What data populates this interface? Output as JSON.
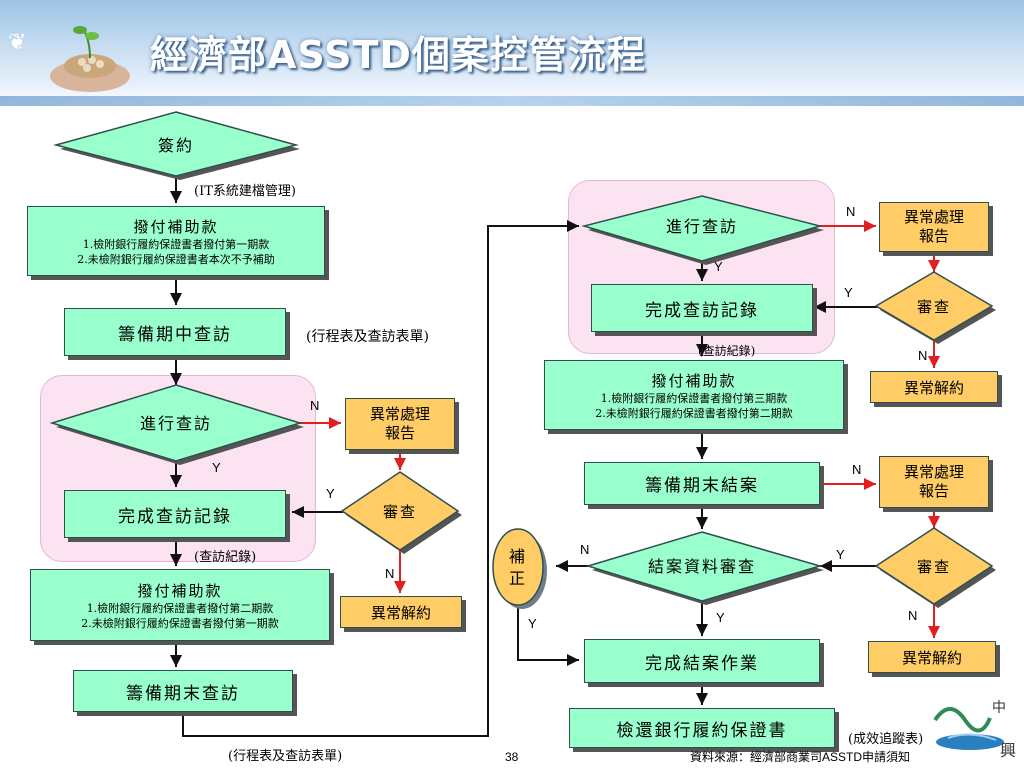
{
  "header": {
    "title": "經濟部ASSTD個案控管流程"
  },
  "left": {
    "sign": "簽約",
    "it_note": "(IT系統建檔管理)",
    "pay1": {
      "title": "撥付補助款",
      "line1": "1.檢附銀行履約保證書者撥付第一期款",
      "line2": "2.未檢附銀行履約保證書者本次不予補助"
    },
    "mid_visit": "籌備期中查訪",
    "mid_note": "(行程表及查訪表單)",
    "do_visit": "進行查訪",
    "complete_record": "完成查訪記錄",
    "record_note": "(查訪紀錄)",
    "abnormal_report": "異常處理報告",
    "review": "審查",
    "abnormal_cancel": "異常解約",
    "pay2": {
      "title": "撥付補助款",
      "line1": "1.檢附銀行履約保證書者撥付第二期款",
      "line2": "2.未檢附銀行履約保證書者撥付第一期款"
    },
    "end_visit": "籌備期末查訪",
    "end_note": "(行程表及查訪表單)"
  },
  "right": {
    "do_visit": "進行查訪",
    "complete_record": "完成查訪記錄",
    "record_note": "(查訪紀錄)",
    "abnormal_report": "異常處理報告",
    "review": "審查",
    "abnormal_cancel": "異常解約",
    "pay3": {
      "title": "撥付補助款",
      "line1": "1.檢附銀行履約保證書者撥付第三期款",
      "line2": "2.未檢附銀行履約保證書者撥付第二期款"
    },
    "closing": "籌備期末結案",
    "abnormal_report2": "異常處理報告",
    "review2": "審查",
    "abnormal_cancel2": "異常解約",
    "closing_review": "結案資料審查",
    "supplement": "補正",
    "complete_closing": "完成結案作業",
    "return_guarantee": "檢還銀行履約保證書",
    "effect_note": "(成效追蹤表)"
  },
  "labels": {
    "y": "Y",
    "n": "N"
  },
  "footer": {
    "page": "38",
    "source": "資料來源：經濟部商業司ASSTD申請須知"
  },
  "colors": {
    "process": "#99ffcc",
    "exception": "#ffcc66",
    "region": "#fbe3f1",
    "no_arrow": "#e02020"
  }
}
